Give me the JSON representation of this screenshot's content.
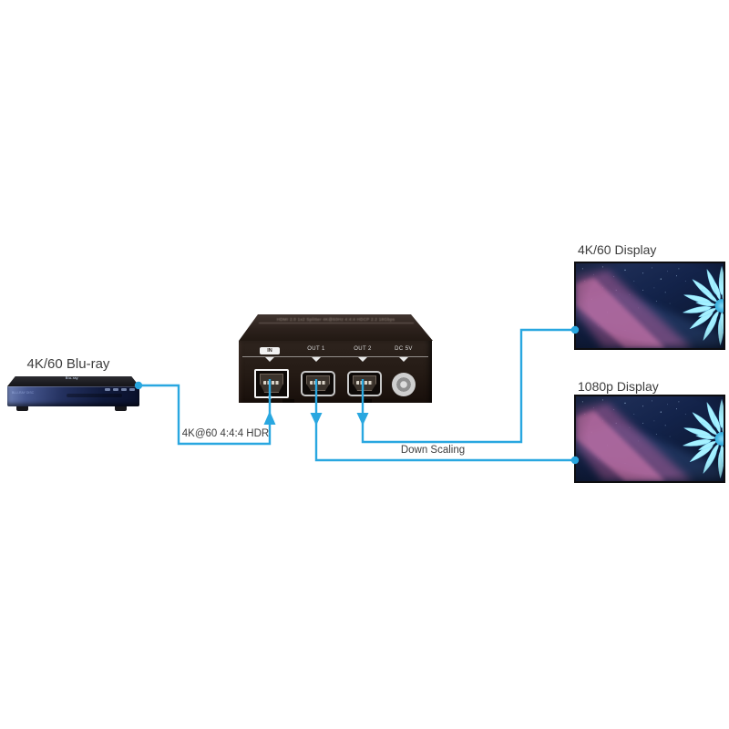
{
  "source": {
    "caption": "4K/60 Blu-ray",
    "logo_text": "Blu-ray",
    "front_text": "BLU-RAY DISC"
  },
  "splitter": {
    "top_print": "HDMI 2.0 1x2 Splitter 4K@60Hz 4:4:4 HDCP 2.2 18Gbps",
    "ports": [
      {
        "label": "IN"
      },
      {
        "label": "OUT 1"
      },
      {
        "label": "OUT 2"
      },
      {
        "label": "DC 5V"
      }
    ],
    "in_port_sub_label": "IN"
  },
  "connections": [
    {
      "from": "Blu-ray",
      "to": "IN",
      "label": "4K@60 4:4:4 HDR"
    },
    {
      "from": "OUT 1",
      "to": "1080p Display",
      "label": "Down Scaling"
    },
    {
      "from": "OUT 2",
      "to": "4K/60 Display",
      "label": ""
    }
  ],
  "displays": [
    {
      "caption": "4K/60 Display"
    },
    {
      "caption": "1080p Display"
    }
  ],
  "colors": {
    "wire": "#29A7E0",
    "label_text": "#3D3D3D"
  }
}
